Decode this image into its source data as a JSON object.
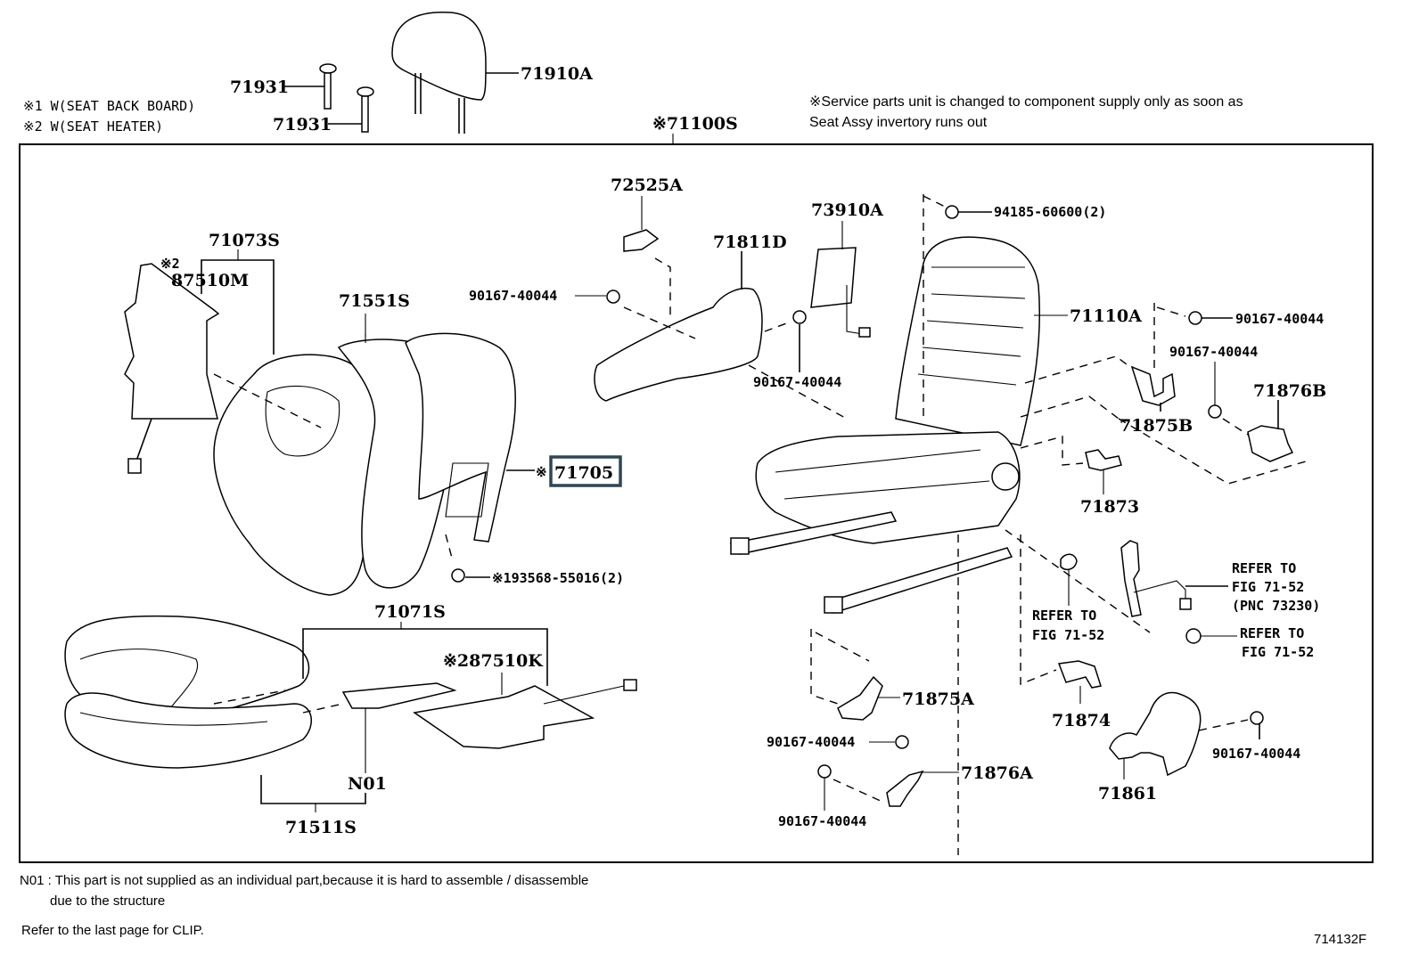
{
  "legend": {
    "items": [
      {
        "mark": "※1",
        "text": "W(SEAT BACK BOARD)"
      },
      {
        "mark": "※2",
        "text": "W(SEAT HEATER)"
      }
    ]
  },
  "service_note": {
    "line1": "※Service parts unit is changed to component supply only as soon as",
    "line2": "Seat Assy invertory runs out"
  },
  "assembly_label": "※71100S",
  "highlight_color": "#2f4654",
  "parts": {
    "p71931a": "71931",
    "p71931b": "71931",
    "p71910A": "71910A",
    "p71073S": "71073S",
    "p87510M_mark": "※2",
    "p87510M": "87510M",
    "p71551S": "71551S",
    "p71705_mark": "※",
    "p71705": "71705",
    "p93568": "※193568-55016(2)",
    "p72525A": "72525A",
    "p71811D": "71811D",
    "p90167_a": "90167-40044",
    "p90167_b": "90167-40044",
    "p73910A": "73910A",
    "p94185": "94185-60600(2)",
    "p71110A": "71110A",
    "p90167_c": "90167-40044",
    "p90167_d": "90167-40044",
    "p71875B": "71875B",
    "p71876B": "71876B",
    "p71873": "71873",
    "p71071S": "71071S",
    "p87510K": "※287510K",
    "pN01": "N01",
    "p71511S": "71511S",
    "p71875A": "71875A",
    "p90167_e": "90167-40044",
    "p71876A": "71876A",
    "p90167_f": "90167-40044",
    "p71874": "71874",
    "p71861": "71861",
    "p90167_g": "90167-40044"
  },
  "refer": {
    "buckle": [
      "REFER TO",
      "FIG 71-52",
      "(PNC 73230)"
    ],
    "anchor": [
      "REFER TO",
      "FIG 71-52"
    ],
    "nut": [
      "REFER TO",
      "FIG 71-52"
    ]
  },
  "footer": {
    "n01_note_line1": "N01 : This part is not supplied as an individual part,because it is hard to assemble / disassemble",
    "n01_note_line2": "due to the structure",
    "clip_note": "Refer to the last page for CLIP.",
    "figure_id": "714132F"
  }
}
